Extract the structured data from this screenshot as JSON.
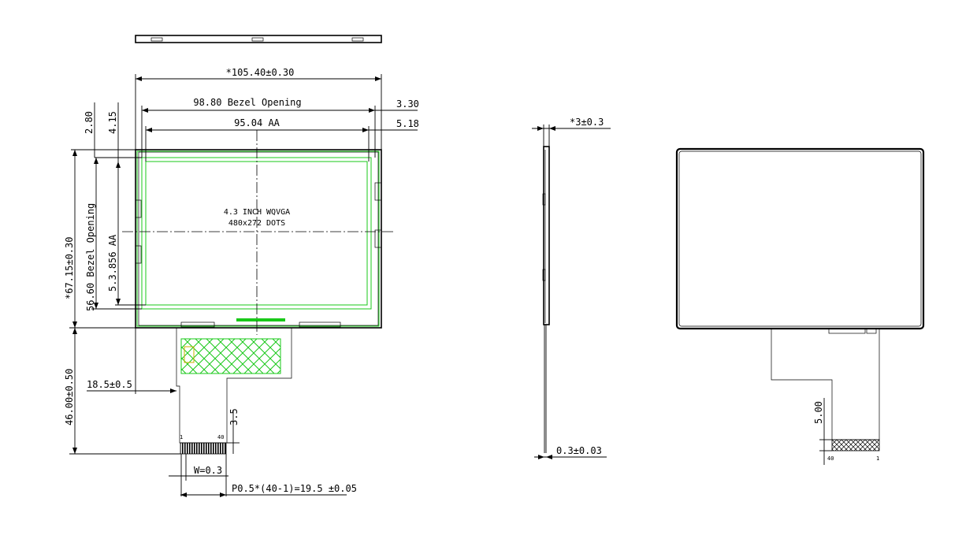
{
  "front_view": {
    "overall_width": "*105.40±0.30",
    "bezel_opening_width": "98.80 Bezel Opening",
    "aa_width": "95.04 AA",
    "right_offset_1": "3.30",
    "right_offset_2": "5.18",
    "top_offset_1": "2.80",
    "top_offset_2": "4.15",
    "overall_height": "*67.15±0.30",
    "bezel_opening_height": "56.60 Bezel Opening",
    "aa_height": "5.3.856 AA",
    "fpc_length": "46.00±0.50",
    "fpc_offset": "18.5±0.5",
    "pad_height": "3.5",
    "pad_width": "W=0.3",
    "pitch": "P0.5*(40-1)=19.5 ±0.05",
    "display_name": "4.3 INCH WQVGA",
    "display_dots": "480x272 DOTS",
    "pin_first": "1",
    "pin_last": "40"
  },
  "side_view": {
    "thickness": "*3±0.3",
    "fpc_thickness": "0.3±0.03"
  },
  "back_view": {
    "tail_dim": "5.00",
    "pin_first": "40",
    "pin_last": "1"
  },
  "colors": {
    "line": "#000000",
    "highlight": "#19c819"
  }
}
